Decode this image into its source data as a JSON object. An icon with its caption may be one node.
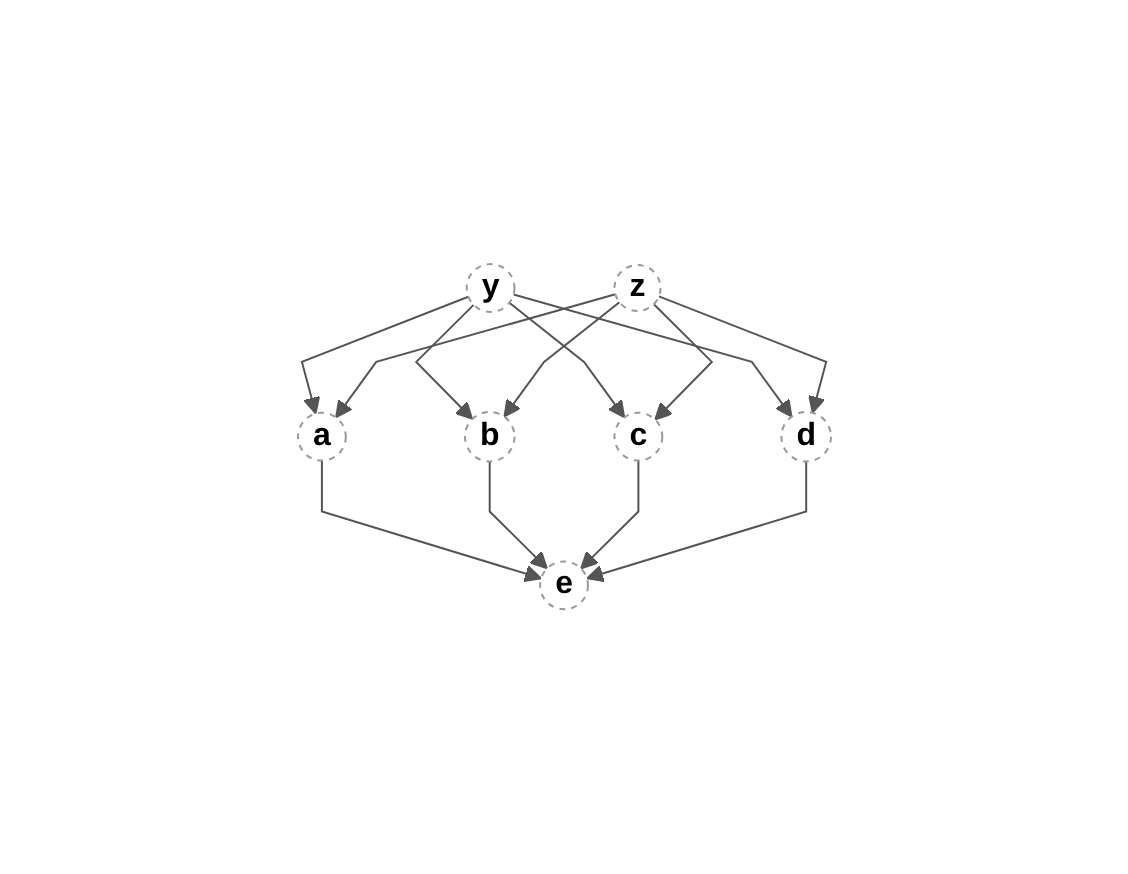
{
  "diagram": {
    "nodes": [
      {
        "text": [
          "y"
        ]
      },
      {
        "text": [
          "z"
        ]
      },
      {
        "text": [
          "a"
        ]
      },
      {
        "text": [
          "b"
        ]
      },
      {
        "text": [
          "c"
        ]
      },
      {
        "text": [
          "d"
        ]
      },
      {
        "text": [
          "e"
        ]
      }
    ],
    "edges": [
      {
        "from": 0,
        "to": 2,
        "arrow": "to"
      },
      {
        "from": 0,
        "to": 3,
        "arrow": "to"
      },
      {
        "from": 0,
        "to": 4,
        "arrow": "to"
      },
      {
        "from": 0,
        "to": 5,
        "arrow": "to"
      },
      {
        "from": 1,
        "to": 2,
        "arrow": "to"
      },
      {
        "from": 1,
        "to": 3,
        "arrow": "to"
      },
      {
        "from": 1,
        "to": 4,
        "arrow": "to"
      },
      {
        "from": 1,
        "to": 5,
        "arrow": "to"
      },
      {
        "from": 2,
        "to": 6,
        "arrow": "to"
      },
      {
        "from": 3,
        "to": 6,
        "arrow": "to"
      },
      {
        "from": 4,
        "to": 6,
        "arrow": "to"
      },
      {
        "from": 5,
        "to": 6,
        "arrow": "to"
      }
    ]
  }
}
